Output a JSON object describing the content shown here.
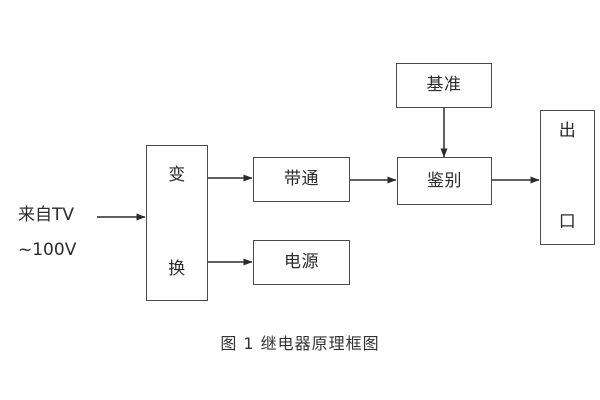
{
  "diagram": {
    "caption": "图 1  继电器原理框图",
    "background_color": "#ffffff",
    "line_color": "#4a4a4a",
    "text_color": "#2b2b2b",
    "input_label": {
      "line1": "来自TV",
      "line2": "~100V"
    },
    "blocks": [
      {
        "id": "convert",
        "label": "变换",
        "orientation": "vertical",
        "label_char1": "变",
        "label_char2": "换"
      },
      {
        "id": "bandpass",
        "label": "带通",
        "orientation": "horizontal"
      },
      {
        "id": "power",
        "label": "电源",
        "orientation": "horizontal"
      },
      {
        "id": "reference",
        "label": "基准",
        "orientation": "horizontal"
      },
      {
        "id": "discriminate",
        "label": "鉴别",
        "orientation": "horizontal"
      },
      {
        "id": "output",
        "label": "出口",
        "orientation": "vertical",
        "label_char1": "出",
        "label_char2": "口"
      }
    ],
    "connections": [
      {
        "from": "input",
        "to": "convert",
        "direction": "right"
      },
      {
        "from": "convert",
        "to": "bandpass",
        "direction": "right"
      },
      {
        "from": "convert",
        "to": "power",
        "direction": "right"
      },
      {
        "from": "bandpass",
        "to": "discriminate",
        "direction": "right"
      },
      {
        "from": "reference",
        "to": "discriminate",
        "direction": "down"
      },
      {
        "from": "discriminate",
        "to": "output",
        "direction": "right"
      }
    ]
  }
}
